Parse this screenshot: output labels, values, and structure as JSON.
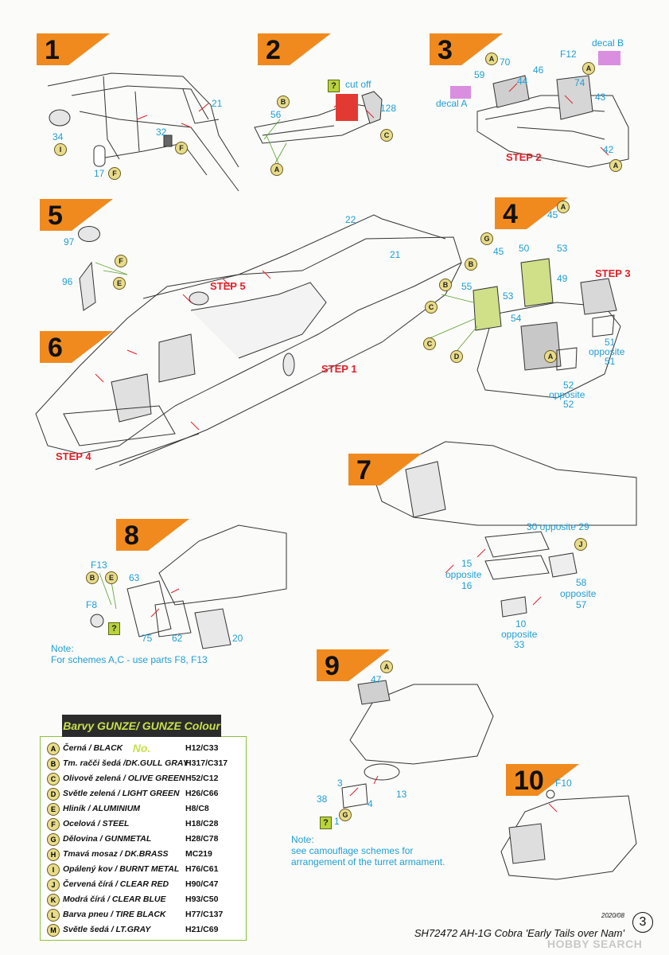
{
  "steps": {
    "s1": {
      "num": "1",
      "parts": {
        "p21": "21",
        "p32": "32",
        "p34": "34",
        "p17": "17"
      },
      "badges": {
        "b1": "I",
        "b2": "F",
        "b3": "F"
      }
    },
    "s2": {
      "num": "2",
      "cut_off": "cut off",
      "parts": {
        "p56": "56",
        "p128": "128"
      },
      "badges": {
        "b1": "B",
        "b2": "A",
        "b3": "C"
      }
    },
    "s3": {
      "num": "3",
      "decal_b": "decal B",
      "decal_a": "decal A",
      "step_ref": "STEP 2",
      "parts": {
        "p70": "70",
        "pF12": "F12",
        "p59": "59",
        "p44": "44",
        "p46": "46",
        "p74": "74",
        "p43": "43",
        "p42": "42"
      },
      "badges": {
        "b1": "A",
        "b2": "A",
        "b3": "A"
      }
    },
    "s4": {
      "num": "4",
      "step_ref": "STEP 3",
      "parts": {
        "p45a": "45",
        "p45b": "45",
        "p50": "50",
        "p53a": "53",
        "p49": "49",
        "p55": "55",
        "p53b": "53",
        "p54": "54",
        "p51": "51",
        "p51op": "opposite",
        "p51b": "51",
        "p52": "52",
        "p52op": "opposite",
        "p52b": "52"
      },
      "badges": {
        "b1": "A",
        "b2": "G",
        "b3": "B",
        "b4": "B",
        "b5": "C",
        "b6": "C",
        "b7": "D",
        "b8": "A"
      }
    },
    "s5": {
      "num": "5",
      "step_ref": "STEP 5",
      "parts": {
        "p97": "97",
        "p96": "96",
        "p22": "22",
        "p21": "21"
      },
      "badges": {
        "b1": "F",
        "b2": "E"
      }
    },
    "s6": {
      "num": "6",
      "step_ref1": "STEP 1",
      "step_ref4": "STEP 4"
    },
    "s7": {
      "num": "7",
      "parts": {
        "p30": "30 opposite 29",
        "p15": "15",
        "p15op": "opposite",
        "p16": "16",
        "p58": "58",
        "p58op": "opposite",
        "p57": "57",
        "p10": "10",
        "p10op": "opposite",
        "p33": "33"
      },
      "badges": {
        "b1": "J"
      }
    },
    "s8": {
      "num": "8",
      "parts": {
        "pF13": "F13",
        "p63": "63",
        "pF8": "F8",
        "p75": "75",
        "p62": "62",
        "p20": "20"
      },
      "badges": {
        "b1": "B",
        "b2": "E"
      },
      "note": "Note:",
      "note2": "For schemes A,C - use parts F8, F13"
    },
    "s9": {
      "num": "9",
      "parts": {
        "p47": "47",
        "p3": "3",
        "p13": "13",
        "p38": "38",
        "p4": "4",
        "p1": "1"
      },
      "badges": {
        "b1": "A",
        "b2": "G"
      },
      "note": "Note:",
      "note2": "see camouflage schemes for",
      "note3": "arrangement of the turret armament."
    },
    "s10": {
      "num": "10",
      "parts": {
        "pF10": "F10"
      }
    }
  },
  "legend": {
    "title": "Barvy GUNZE/ GUNZE Colour No.",
    "rows": [
      {
        "letter": "A",
        "name": "Černá / BLACK",
        "code": "H12/C33"
      },
      {
        "letter": "B",
        "name": "Tm. račči šedá /DK.GULL GRAY",
        "code": "H317/C317"
      },
      {
        "letter": "C",
        "name": "Olivově zelená / OLIVE GREEN",
        "code": "H52/C12"
      },
      {
        "letter": "D",
        "name": "Světle zelená / LIGHT GREEN",
        "code": "H26/C66"
      },
      {
        "letter": "E",
        "name": "Hliník / ALUMINIUM",
        "code": "H8/C8"
      },
      {
        "letter": "F",
        "name": "Ocelová / STEEL",
        "code": "H18/C28"
      },
      {
        "letter": "G",
        "name": "Dělovina / GUNMETAL",
        "code": "H28/C78"
      },
      {
        "letter": "H",
        "name": "Tmavá mosaz / DK.BRASS",
        "code": "MC219"
      },
      {
        "letter": "I",
        "name": "Opálený kov / BURNT METAL",
        "code": "H76/C61"
      },
      {
        "letter": "J",
        "name": "Červená čírá / CLEAR RED",
        "code": "H90/C47"
      },
      {
        "letter": "K",
        "name": "Modrá čírá / CLEAR BLUE",
        "code": "H93/C50"
      },
      {
        "letter": "L",
        "name": "Barva pneu / TIRE BLACK",
        "code": "H77/C137"
      },
      {
        "letter": "M",
        "name": "Světle šedá / LT.GRAY",
        "code": "H21/C69"
      }
    ]
  },
  "footer": {
    "title": "SH72472 AH-1G Cobra 'Early Tails over Nam'",
    "date": "2020/08",
    "page": "3",
    "watermark": "HOBBY SEARCH"
  },
  "colors": {
    "step_flag": "#f08a1e",
    "part_blue": "#1e9fd6",
    "step_red": "#e02028",
    "legend_green": "#c7e14a"
  }
}
